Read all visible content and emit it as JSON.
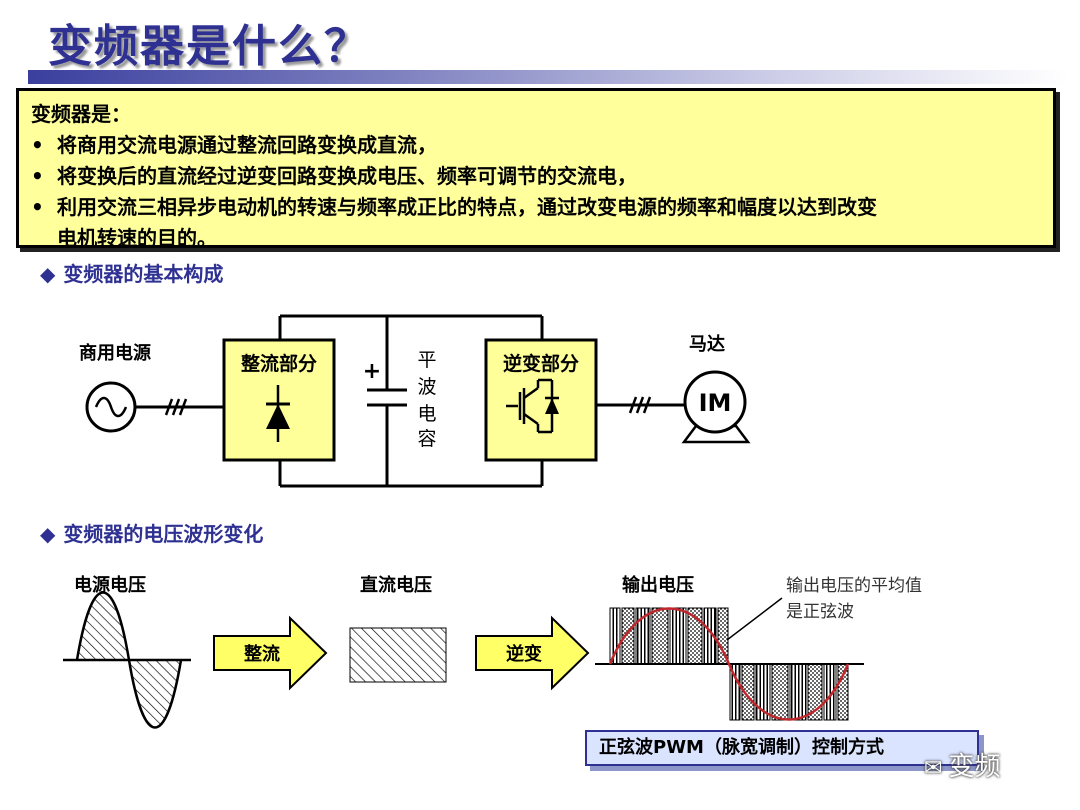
{
  "title": "变频器是什么？",
  "definition": {
    "heading": "变频器是：",
    "bullet_char": "•",
    "items": [
      "将商用交流电源通过整流回路变换成直流，",
      "将变换后的直流经过逆变回路变换成电压、频率可调节的交流电，",
      "利用交流三相异步电动机的转速与频率成正比的特点，通过改变电源的频率和幅度以达到改变",
      "电机转速的目的。"
    ]
  },
  "section1": {
    "marker": "◆",
    "label": "变频器的基本构成"
  },
  "section2": {
    "marker": "◆",
    "label": "变频器的电压波形变化"
  },
  "structure": {
    "power_source": "商用电源",
    "rectifier": "整流部分",
    "capacitor": "平波电容",
    "capacitor_chars": [
      "平",
      "波",
      "电",
      "容"
    ],
    "capacitor_plus": "+",
    "inverter": "逆变部分",
    "motor_label": "马达",
    "motor_text": "IM"
  },
  "waveforms": {
    "source_voltage": "电源电压",
    "dc_voltage": "直流电压",
    "output_voltage": "输出电压",
    "arrow_rectify": "整流",
    "arrow_invert": "逆变",
    "note_line1": "输出电压的平均值",
    "note_line2": "是正弦波",
    "pwm_label": "正弦波PWM（脉宽调制）控制方式"
  },
  "watermark": {
    "icon": "wechat-icon",
    "text": "变频"
  },
  "colors": {
    "title": "#2e3192",
    "definition_bg": "#ffff9c",
    "block_fill": "#ffff99",
    "arrow_fill": "#ffff66",
    "sine_curve": "#c0272d",
    "pwm_label_bg": "#dbe4ff"
  }
}
